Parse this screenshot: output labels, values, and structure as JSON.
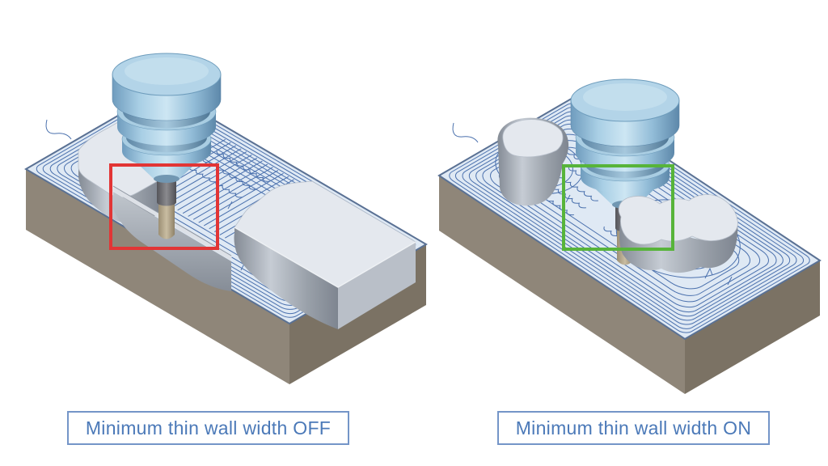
{
  "panels": [
    {
      "id": "off",
      "label": "Minimum thin wall width OFF",
      "state": "OFF"
    },
    {
      "id": "on",
      "label": "Minimum thin wall width ON",
      "state": "ON"
    }
  ],
  "colors": {
    "background": "#ffffff",
    "toolpath": "#4a70ad",
    "floor": "#dfe9f4",
    "block-side": "#8f8679",
    "block-side-dark": "#7b7264",
    "rim": "#5a7194",
    "feature-top": "#e4e8ee",
    "feature-edge": "#b6bec9",
    "label-text": "#4b79b8",
    "label-border": "#7495c8",
    "highlight-off": "#e23535",
    "highlight-on": "#57b43a"
  }
}
